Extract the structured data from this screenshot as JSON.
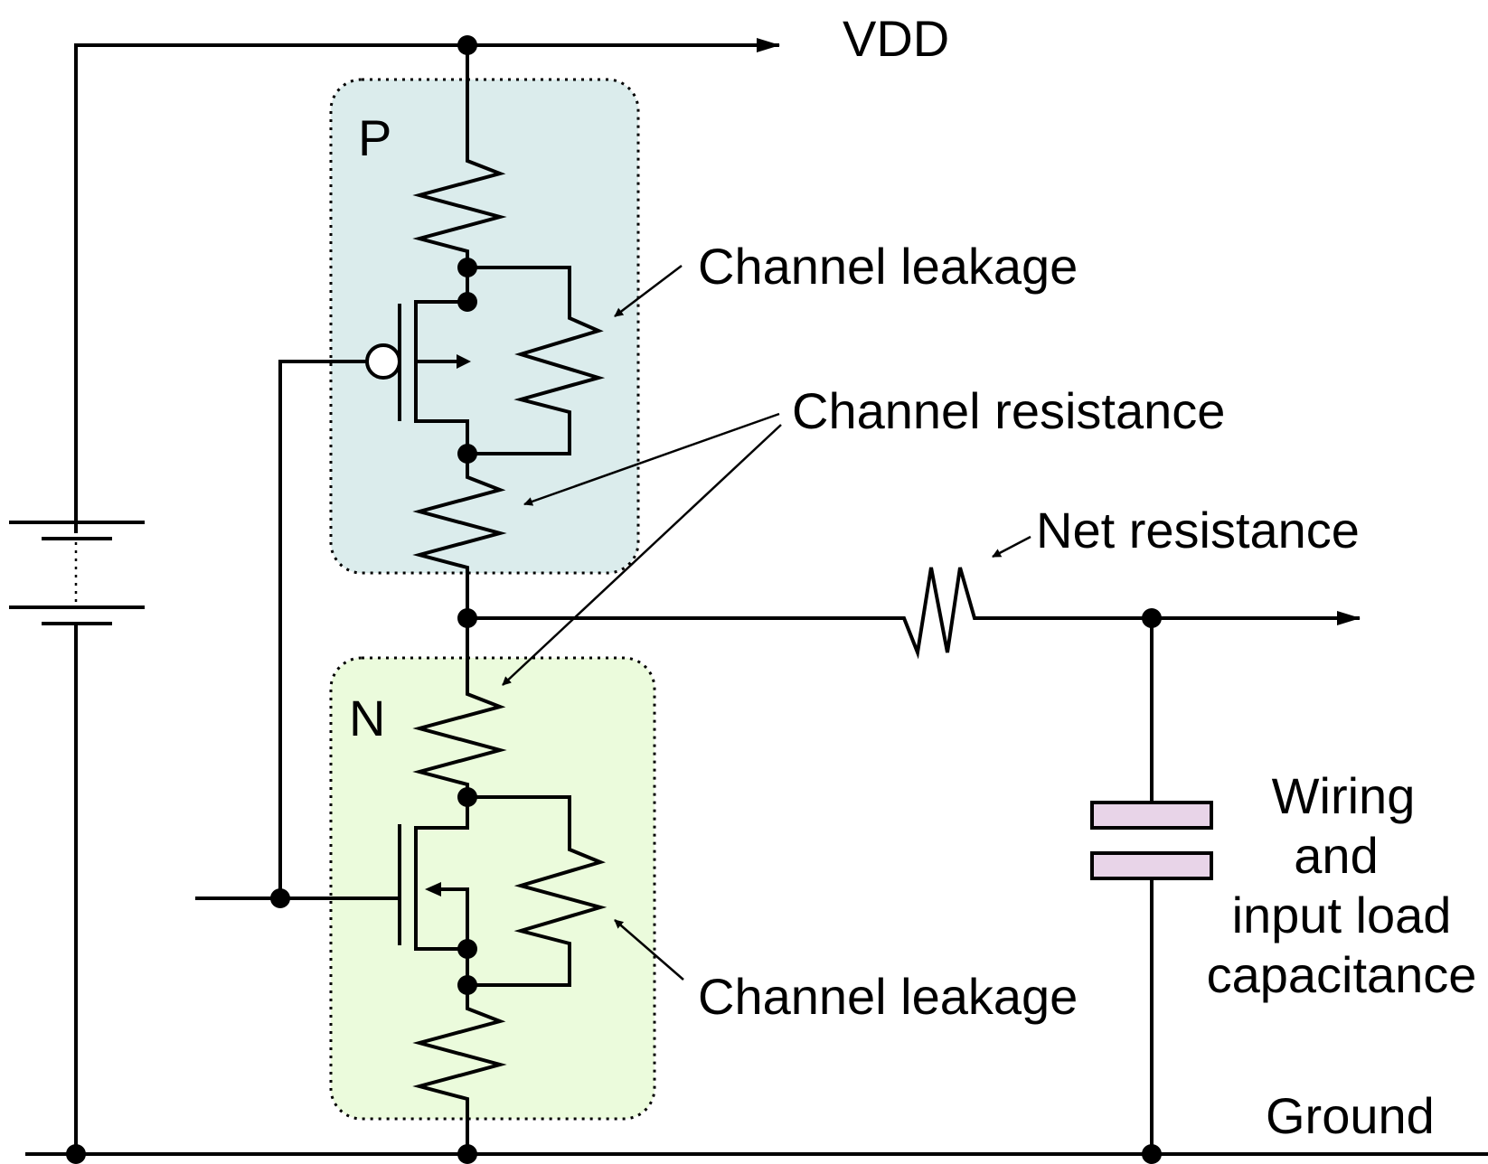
{
  "labels": {
    "vdd": "VDD",
    "p_region": "P",
    "n_region": "N",
    "channel_leakage_top": "Channel leakage",
    "channel_resistance": "Channel resistance",
    "net_resistance": "Net resistance",
    "capacitance_line1": "Wiring",
    "capacitance_line2": "and",
    "capacitance_line3": "input load",
    "capacitance_line4": "capacitance",
    "channel_leakage_bottom": "Channel leakage",
    "ground": "Ground"
  },
  "colors": {
    "p_region_fill": "#dbecec",
    "n_region_fill": "#ebfbdc",
    "capacitor_fill": "#e8d4e8",
    "line": "#000000"
  }
}
